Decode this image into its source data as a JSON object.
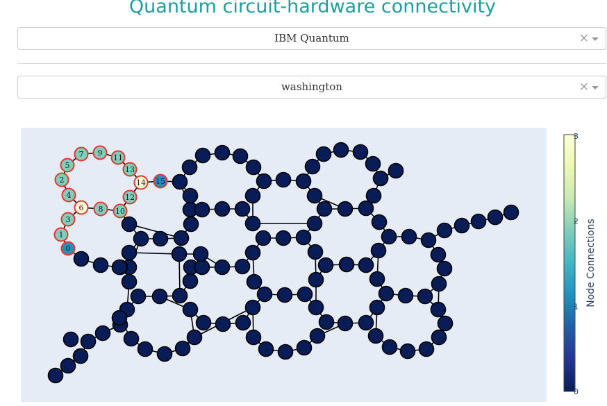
{
  "header": {
    "title": "Quantum circuit-hardware connectivity"
  },
  "provider_select": {
    "value": "IBM Quantum",
    "clear_icon": "close-icon",
    "caret_icon": "chevron-down-icon"
  },
  "device_select": {
    "value": "washington",
    "clear_icon": "close-icon",
    "caret_icon": "chevron-down-icon"
  },
  "colors": {
    "title": "#1f9e9e",
    "plot_bg": "#e5ecf6",
    "mapped_border": "#e3392b",
    "edge": "#000000"
  },
  "chart_data": {
    "type": "network",
    "colorbar": {
      "title": "Node Connections",
      "range": [
        0,
        3
      ],
      "ticks": [
        0,
        1,
        2,
        3
      ],
      "colorscale": "YlGnBu"
    },
    "mapped_qubits": [
      {
        "label": "0",
        "connections": 1
      },
      {
        "label": "1",
        "connections": 2
      },
      {
        "label": "3",
        "connections": 2
      },
      {
        "label": "6",
        "connections": 3
      },
      {
        "label": "4",
        "connections": 2
      },
      {
        "label": "2",
        "connections": 2
      },
      {
        "label": "5",
        "connections": 2
      },
      {
        "label": "7",
        "connections": 2
      },
      {
        "label": "9",
        "connections": 2
      },
      {
        "label": "11",
        "connections": 2
      },
      {
        "label": "13",
        "connections": 2
      },
      {
        "label": "14",
        "connections": 3
      },
      {
        "label": "12",
        "connections": 2
      },
      {
        "label": "10",
        "connections": 2
      },
      {
        "label": "8",
        "connections": 2
      },
      {
        "label": "15",
        "connections": 1
      }
    ],
    "mapped_edges": [
      [
        "0",
        "1"
      ],
      [
        "1",
        "3"
      ],
      [
        "3",
        "6"
      ],
      [
        "6",
        "4"
      ],
      [
        "4",
        "2"
      ],
      [
        "2",
        "5"
      ],
      [
        "5",
        "7"
      ],
      [
        "7",
        "9"
      ],
      [
        "9",
        "11"
      ],
      [
        "11",
        "13"
      ],
      [
        "13",
        "14"
      ],
      [
        "14",
        "12"
      ],
      [
        "12",
        "10"
      ],
      [
        "10",
        "8"
      ],
      [
        "8",
        "6"
      ],
      [
        "14",
        "15"
      ]
    ],
    "unmapped_connections": 0
  }
}
